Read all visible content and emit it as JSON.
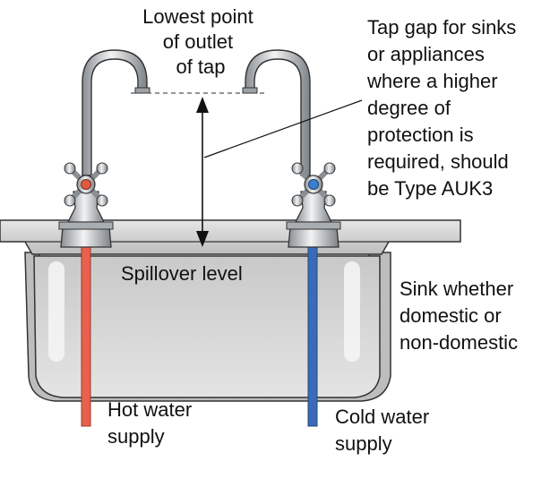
{
  "labels": {
    "lowest_point": [
      "Lowest point",
      "of outlet",
      "of tap"
    ],
    "tap_gap": [
      "Tap gap for sinks",
      "or appliances",
      "where a higher",
      "degree of",
      "protection is",
      "required, should",
      "be Type AUK3"
    ],
    "spillover": "Spillover level",
    "sink": [
      "Sink whether",
      "domestic or",
      "non-domestic"
    ],
    "hot": [
      "Hot water",
      "supply"
    ],
    "cold": [
      "Cold water",
      "supply"
    ]
  },
  "colors": {
    "hot_pipe": "#e8614e",
    "cold_pipe": "#3a6ab8",
    "hot_handle": "#e05a40",
    "cold_handle": "#3b7fd0",
    "sink_fill": "#dcdcdc",
    "outline": "#333333"
  }
}
